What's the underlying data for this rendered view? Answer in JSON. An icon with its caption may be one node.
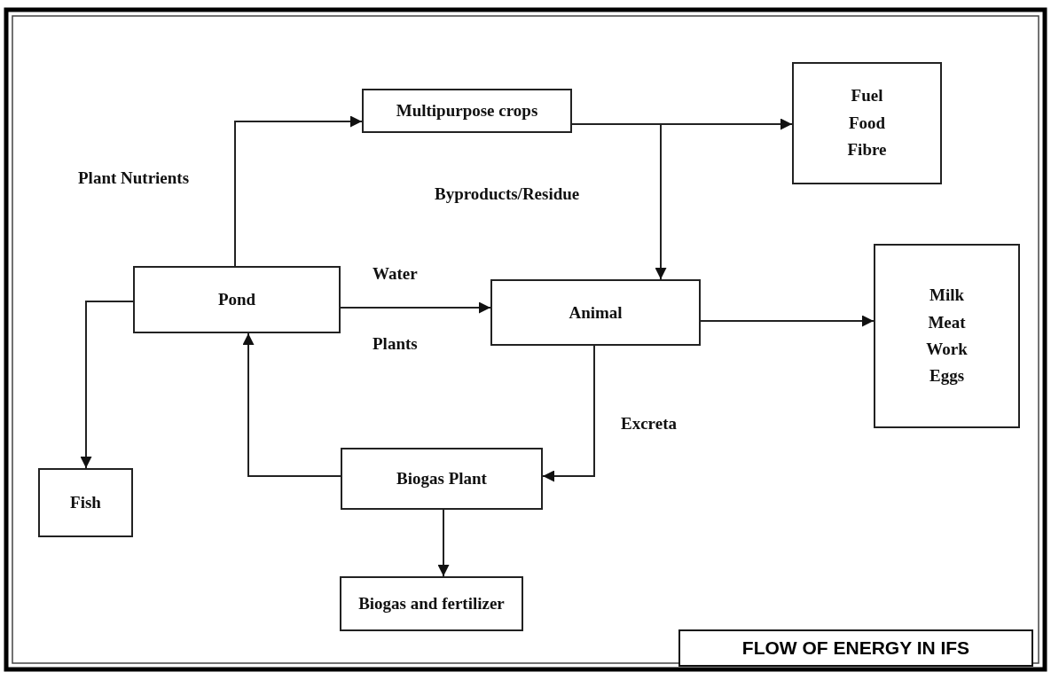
{
  "diagram": {
    "title": "FLOW OF ENERGY IN IFS",
    "nodes": [
      {
        "text": [
          "Multipurpose crops"
        ]
      },
      {
        "text": [
          "Fuel Food Fibre"
        ]
      },
      {
        "text": [
          "Pond"
        ]
      },
      {
        "text": [
          "Animal"
        ]
      },
      {
        "text": [
          "Milk Meat Work Eggs"
        ]
      },
      {
        "text": [
          "Fish"
        ]
      },
      {
        "text": [
          "Biogas Plant"
        ]
      },
      {
        "text": [
          "Biogas and fertilizer"
        ]
      }
    ],
    "edges": [
      {
        "from": 2,
        "to": 0,
        "arrow": "to",
        "label": "Plant Nutrients"
      },
      {
        "from": 0,
        "to": 1,
        "arrow": "to"
      },
      {
        "from": 0,
        "to": 3,
        "arrow": "to",
        "label": "Byproducts/Residue"
      },
      {
        "from": 2,
        "to": 3,
        "arrow": "to",
        "label": "Water"
      },
      {
        "from": 3,
        "to": 4,
        "arrow": "to"
      },
      {
        "from": 3,
        "to": 6,
        "arrow": "to",
        "label": "Excreta"
      },
      {
        "from": 6,
        "to": 2,
        "arrow": "to"
      },
      {
        "from": 2,
        "to": 5,
        "arrow": "to"
      },
      {
        "from": 6,
        "to": 7,
        "arrow": "to"
      }
    ],
    "labels": [
      "Plants"
    ]
  }
}
